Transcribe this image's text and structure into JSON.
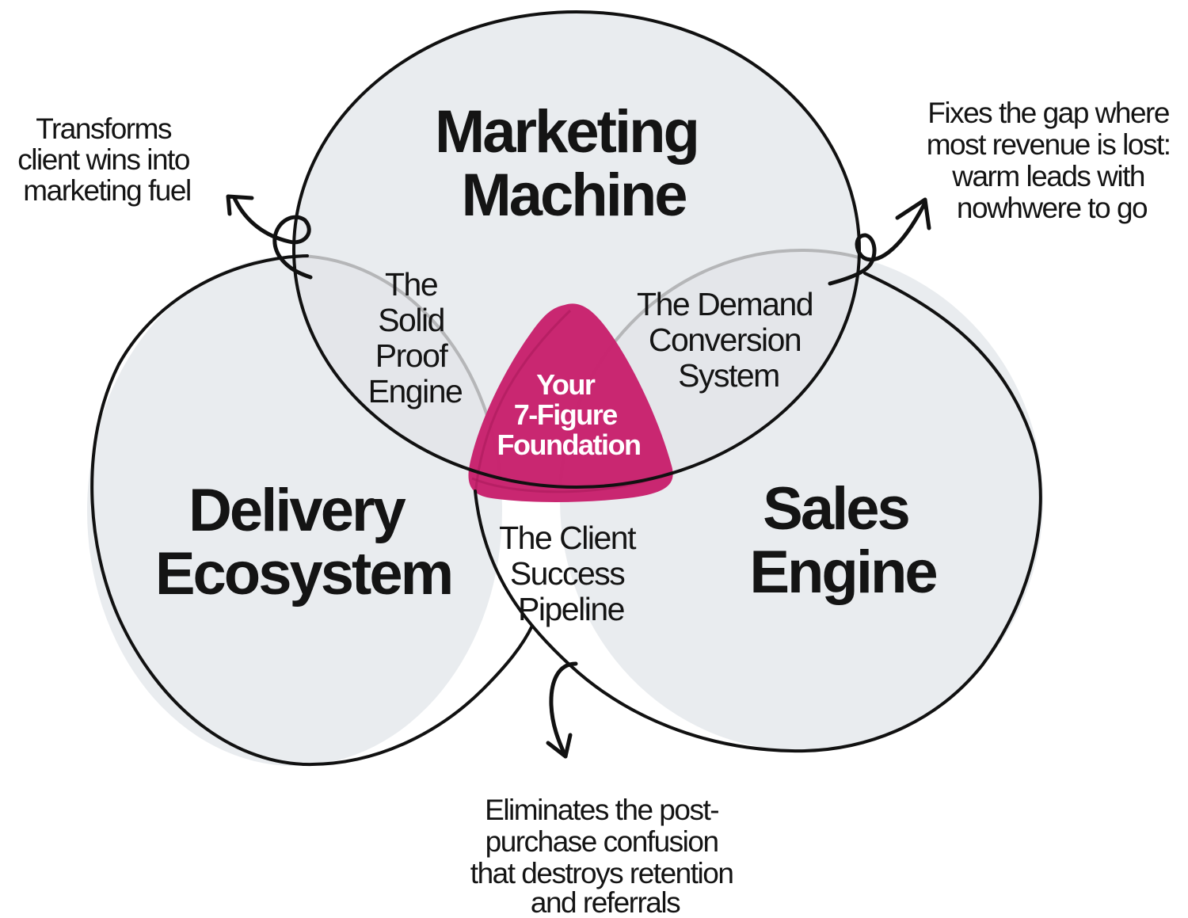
{
  "diagram": {
    "type": "venn",
    "colors": {
      "circle_fill": "#e9ecef",
      "circle_stroke": "#111111",
      "inner_stroke": "#b5b6b8",
      "core_fill": "#c8236e",
      "core_text": "#ffffff",
      "text": "#141414"
    },
    "circles": {
      "marketing": {
        "lines": [
          "Marketing",
          "Machine"
        ]
      },
      "delivery": {
        "lines": [
          "Delivery",
          "Ecosystem"
        ]
      },
      "sales": {
        "lines": [
          "Sales",
          "Engine"
        ]
      }
    },
    "overlaps": {
      "marketing_delivery": {
        "lines": [
          "The",
          "Solid",
          "Proof",
          "Engine"
        ]
      },
      "marketing_sales": {
        "lines": [
          "The Demand",
          "Conversion",
          "System"
        ]
      },
      "delivery_sales": {
        "lines": [
          "The Client",
          "Success",
          "Pipeline"
        ]
      }
    },
    "center": {
      "lines": [
        "Your",
        "7-Figure",
        "Foundation"
      ]
    },
    "annotations": {
      "left": {
        "lines": [
          "Transforms",
          "client wins into",
          "marketing fuel"
        ]
      },
      "right": {
        "lines": [
          "Fixes the gap where",
          "most revenue is lost:",
          "warm leads with",
          "nowhwere to go"
        ]
      },
      "bottom": {
        "lines": [
          "Eliminates the post-",
          "purchase confusion",
          "that destroys retention",
          "and referrals"
        ]
      }
    },
    "icons": [
      "curly-arrow-icon-left",
      "curly-arrow-icon-right",
      "curly-arrow-icon-down"
    ]
  }
}
